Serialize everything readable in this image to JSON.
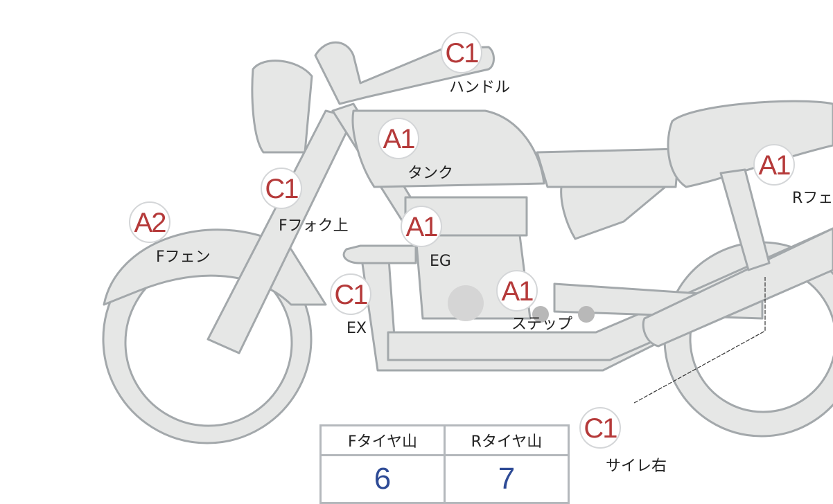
{
  "parts": [
    {
      "grade": "C1",
      "label": "ハンドル"
    },
    {
      "grade": "A1",
      "label": "タンク"
    },
    {
      "grade": "C1",
      "label": "Fフォク上"
    },
    {
      "grade": "A2",
      "label": "Fフェン"
    },
    {
      "grade": "A1",
      "label": "EG"
    },
    {
      "grade": "C1",
      "label": "EX"
    },
    {
      "grade": "A1",
      "label": "ステップ"
    },
    {
      "grade": "A1",
      "label": "Rフェ"
    },
    {
      "grade": "C1",
      "label": "サイレ右"
    }
  ],
  "tires": {
    "front_label": "Fタイヤ山",
    "front_value": "6",
    "rear_label": "Rタイヤ山",
    "rear_value": "7"
  },
  "colors": {
    "grade": "#b53a3a",
    "body_fill": "#e6e7e6",
    "outline": "#9ea3a6",
    "value": "#2e4b96"
  }
}
